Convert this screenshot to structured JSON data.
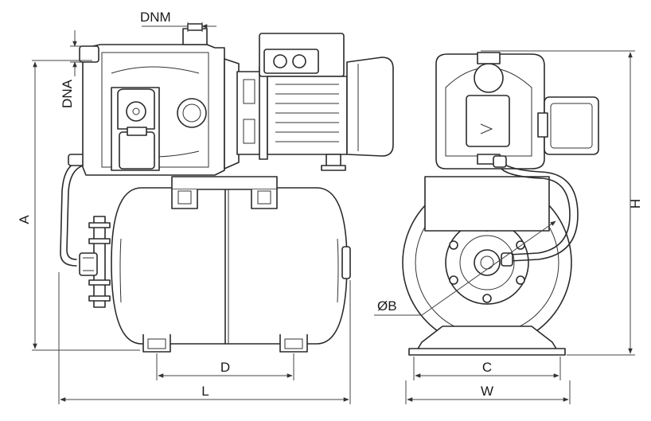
{
  "dimension_labels": {
    "dnm": "DNM",
    "dna": "DNA",
    "a": "A",
    "d": "D",
    "l": "L",
    "b": "ØB",
    "c": "C",
    "w": "W",
    "h": "H"
  }
}
